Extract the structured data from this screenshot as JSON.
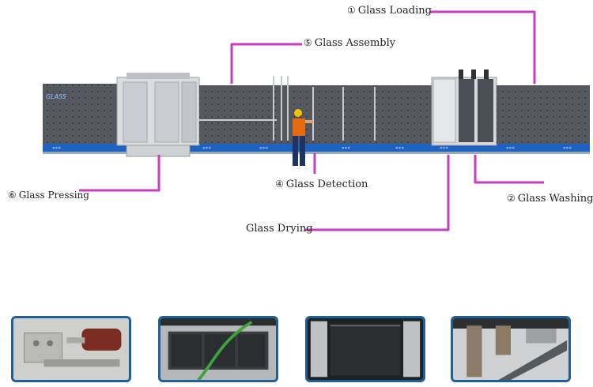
{
  "labels": {
    "glass_loading": {
      "num": "①",
      "text": "Glass Loading"
    },
    "glass_assembly": {
      "num": "⑤",
      "text": "Glass Assembly"
    },
    "glass_pressing": {
      "num": "⑥",
      "text": "Glass Pressing"
    },
    "glass_detection": {
      "num": "④",
      "text": "Glass Detection"
    },
    "glass_washing": {
      "num": "②",
      "text": "Glass Washing"
    },
    "glass_drying": {
      "text": "Glass Drying"
    }
  },
  "brand_mark": "GLASS",
  "colors": {
    "leader_line": "#c83cc0",
    "panel": "#55595f",
    "rail": "#1f63c2",
    "thumb_border": "#1f5e97"
  },
  "thumbnails": [
    {
      "name": "thumb-pressing-cylinder",
      "subject": "pressing cylinder detail"
    },
    {
      "name": "thumb-plc-controller",
      "subject": "PLC controller"
    },
    {
      "name": "thumb-washing-brushes",
      "subject": "washing section"
    },
    {
      "name": "thumb-drying-ducts",
      "subject": "drying air ducts"
    }
  ]
}
